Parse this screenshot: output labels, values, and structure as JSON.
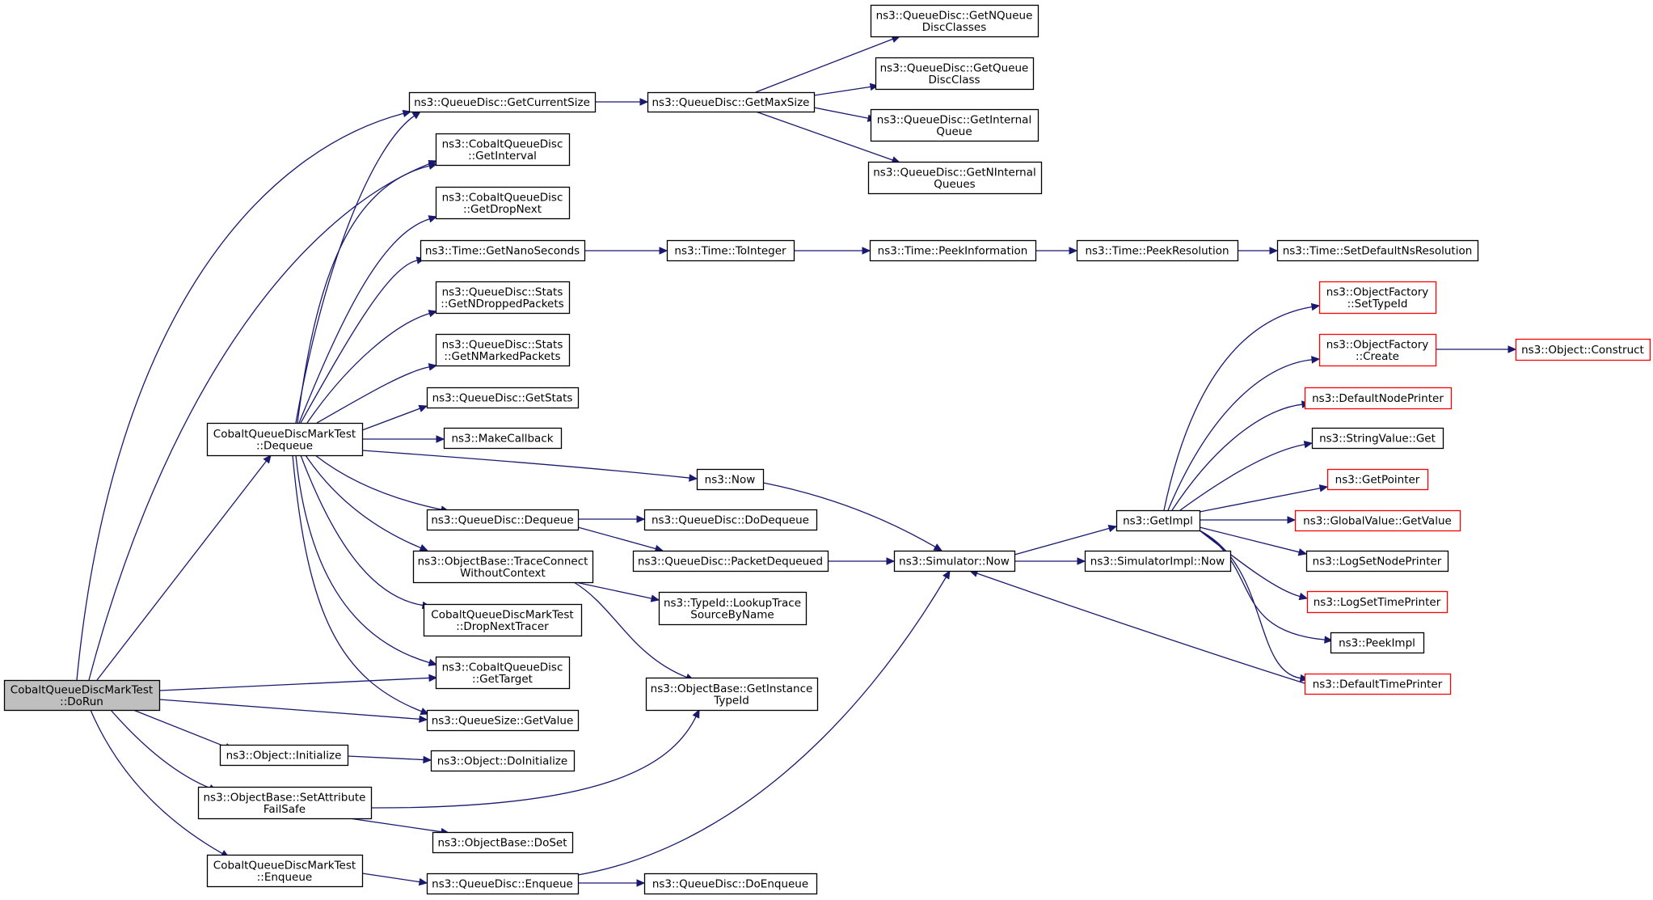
{
  "colors": {
    "edge": "#191970",
    "node_border": "#000000",
    "node_border_truncated": "#ff0000",
    "root_fill": "#bfbfbf",
    "node_fill": "#ffffff"
  },
  "nodes": [
    {
      "id": "dorun",
      "lines": [
        "CobaltQueueDiscMarkTest",
        "::DoRun"
      ],
      "style": "root"
    },
    {
      "id": "getcurrentsize",
      "lines": [
        "ns3::QueueDisc::GetCurrentSize"
      ]
    },
    {
      "id": "getmaxsize",
      "lines": [
        "ns3::QueueDisc::GetMaxSize"
      ]
    },
    {
      "id": "getnqueuediscclasses",
      "lines": [
        "ns3::QueueDisc::GetNQueue",
        "DiscClasses"
      ]
    },
    {
      "id": "getqueuediscclass",
      "lines": [
        "ns3::QueueDisc::GetQueue",
        "DiscClass"
      ]
    },
    {
      "id": "getinternalqueue",
      "lines": [
        "ns3::QueueDisc::GetInternal",
        "Queue"
      ]
    },
    {
      "id": "getninternalqueues",
      "lines": [
        "ns3::QueueDisc::GetNInternal",
        "Queues"
      ]
    },
    {
      "id": "getinterval",
      "lines": [
        "ns3::CobaltQueueDisc",
        "::GetInterval"
      ]
    },
    {
      "id": "getdropnext",
      "lines": [
        "ns3::CobaltQueueDisc",
        "::GetDropNext"
      ]
    },
    {
      "id": "getnanoseconds",
      "lines": [
        "ns3::Time::GetNanoSeconds"
      ]
    },
    {
      "id": "tointeger",
      "lines": [
        "ns3::Time::ToInteger"
      ]
    },
    {
      "id": "peekinformation",
      "lines": [
        "ns3::Time::PeekInformation"
      ]
    },
    {
      "id": "peekresolution",
      "lines": [
        "ns3::Time::PeekResolution"
      ]
    },
    {
      "id": "setdefaultnsresolution",
      "lines": [
        "ns3::Time::SetDefaultNsResolution"
      ]
    },
    {
      "id": "getndroppedpackets",
      "lines": [
        "ns3::QueueDisc::Stats",
        "::GetNDroppedPackets"
      ]
    },
    {
      "id": "getnmarkedpackets",
      "lines": [
        "ns3::QueueDisc::Stats",
        "::GetNMarkedPackets"
      ]
    },
    {
      "id": "getstats",
      "lines": [
        "ns3::QueueDisc::GetStats"
      ]
    },
    {
      "id": "makecallback",
      "lines": [
        "ns3::MakeCallback"
      ]
    },
    {
      "id": "dequeuetest",
      "lines": [
        "CobaltQueueDiscMarkTest",
        "::Dequeue"
      ]
    },
    {
      "id": "now",
      "lines": [
        "ns3::Now"
      ]
    },
    {
      "id": "qddequeue",
      "lines": [
        "ns3::QueueDisc::Dequeue"
      ]
    },
    {
      "id": "dodequeue",
      "lines": [
        "ns3::QueueDisc::DoDequeue"
      ]
    },
    {
      "id": "packetdequeued",
      "lines": [
        "ns3::QueueDisc::PacketDequeued"
      ]
    },
    {
      "id": "simnow",
      "lines": [
        "ns3::Simulator::Now"
      ]
    },
    {
      "id": "simimplnow",
      "lines": [
        "ns3::SimulatorImpl::Now"
      ]
    },
    {
      "id": "getimpl",
      "lines": [
        "ns3::GetImpl"
      ]
    },
    {
      "id": "settypeid",
      "lines": [
        "ns3::ObjectFactory",
        "::SetTypeId"
      ],
      "style": "truncated"
    },
    {
      "id": "create",
      "lines": [
        "ns3::ObjectFactory",
        "::Create"
      ],
      "style": "truncated"
    },
    {
      "id": "construct",
      "lines": [
        "ns3::Object::Construct"
      ],
      "style": "truncated"
    },
    {
      "id": "defaultnodeprinter",
      "lines": [
        "ns3::DefaultNodePrinter"
      ],
      "style": "truncated"
    },
    {
      "id": "stringvalueget",
      "lines": [
        "ns3::StringValue::Get"
      ]
    },
    {
      "id": "getpointer",
      "lines": [
        "ns3::GetPointer"
      ],
      "style": "truncated"
    },
    {
      "id": "globalvalueget",
      "lines": [
        "ns3::GlobalValue::GetValue"
      ],
      "style": "truncated"
    },
    {
      "id": "logsetnodeprinter",
      "lines": [
        "ns3::LogSetNodePrinter"
      ]
    },
    {
      "id": "logsettimeprinter",
      "lines": [
        "ns3::LogSetTimePrinter"
      ],
      "style": "truncated"
    },
    {
      "id": "peekimpl",
      "lines": [
        "ns3::PeekImpl"
      ]
    },
    {
      "id": "defaulttimeprinter",
      "lines": [
        "ns3::DefaultTimePrinter"
      ],
      "style": "truncated"
    },
    {
      "id": "traceconnect",
      "lines": [
        "ns3::ObjectBase::TraceConnect",
        "WithoutContext"
      ]
    },
    {
      "id": "lookuptrace",
      "lines": [
        "ns3::TypeId::LookupTrace",
        "SourceByName"
      ]
    },
    {
      "id": "dropnexttracer",
      "lines": [
        "CobaltQueueDiscMarkTest",
        "::DropNextTracer"
      ]
    },
    {
      "id": "gettarget",
      "lines": [
        "ns3::CobaltQueueDisc",
        "::GetTarget"
      ]
    },
    {
      "id": "getinstancetypeid",
      "lines": [
        "ns3::ObjectBase::GetInstance",
        "TypeId"
      ]
    },
    {
      "id": "queuesizegetvalue",
      "lines": [
        "ns3::QueueSize::GetValue"
      ]
    },
    {
      "id": "objinitialize",
      "lines": [
        "ns3::Object::Initialize"
      ]
    },
    {
      "id": "doinitialize",
      "lines": [
        "ns3::Object::DoInitialize"
      ]
    },
    {
      "id": "setattributefailsafe",
      "lines": [
        "ns3::ObjectBase::SetAttribute",
        "FailSafe"
      ]
    },
    {
      "id": "doset",
      "lines": [
        "ns3::ObjectBase::DoSet"
      ]
    },
    {
      "id": "enqueuetest",
      "lines": [
        "CobaltQueueDiscMarkTest",
        "::Enqueue"
      ]
    },
    {
      "id": "qdenqueue",
      "lines": [
        "ns3::QueueDisc::Enqueue"
      ]
    },
    {
      "id": "doenqueue",
      "lines": [
        "ns3::QueueDisc::DoEnqueue"
      ]
    }
  ],
  "edges": [
    {
      "from": "dorun",
      "to": "getcurrentsize"
    },
    {
      "from": "dorun",
      "to": "getinterval"
    },
    {
      "from": "dorun",
      "to": "dequeuetest"
    },
    {
      "from": "dorun",
      "to": "gettarget"
    },
    {
      "from": "dorun",
      "to": "queuesizegetvalue"
    },
    {
      "from": "dorun",
      "to": "objinitialize"
    },
    {
      "from": "dorun",
      "to": "setattributefailsafe"
    },
    {
      "from": "dorun",
      "to": "enqueuetest"
    },
    {
      "from": "getcurrentsize",
      "to": "getmaxsize"
    },
    {
      "from": "getmaxsize",
      "to": "getnqueuediscclasses"
    },
    {
      "from": "getmaxsize",
      "to": "getqueuediscclass"
    },
    {
      "from": "getmaxsize",
      "to": "getinternalqueue"
    },
    {
      "from": "getmaxsize",
      "to": "getninternalqueues"
    },
    {
      "from": "dequeuetest",
      "to": "getcurrentsize"
    },
    {
      "from": "dequeuetest",
      "to": "getinterval"
    },
    {
      "from": "dequeuetest",
      "to": "getdropnext"
    },
    {
      "from": "dequeuetest",
      "to": "getnanoseconds"
    },
    {
      "from": "dequeuetest",
      "to": "getndroppedpackets"
    },
    {
      "from": "dequeuetest",
      "to": "getnmarkedpackets"
    },
    {
      "from": "dequeuetest",
      "to": "getstats"
    },
    {
      "from": "dequeuetest",
      "to": "makecallback"
    },
    {
      "from": "dequeuetest",
      "to": "now"
    },
    {
      "from": "dequeuetest",
      "to": "qddequeue"
    },
    {
      "from": "dequeuetest",
      "to": "traceconnect"
    },
    {
      "from": "dequeuetest",
      "to": "dropnexttracer"
    },
    {
      "from": "dequeuetest",
      "to": "gettarget"
    },
    {
      "from": "dequeuetest",
      "to": "queuesizegetvalue"
    },
    {
      "from": "getnanoseconds",
      "to": "tointeger"
    },
    {
      "from": "tointeger",
      "to": "peekinformation"
    },
    {
      "from": "peekinformation",
      "to": "peekresolution"
    },
    {
      "from": "peekresolution",
      "to": "setdefaultnsresolution"
    },
    {
      "from": "now",
      "to": "simnow"
    },
    {
      "from": "qddequeue",
      "to": "dodequeue"
    },
    {
      "from": "qddequeue",
      "to": "packetdequeued"
    },
    {
      "from": "packetdequeued",
      "to": "simnow"
    },
    {
      "from": "simnow",
      "to": "getimpl"
    },
    {
      "from": "simnow",
      "to": "simimplnow"
    },
    {
      "from": "getimpl",
      "to": "settypeid"
    },
    {
      "from": "getimpl",
      "to": "create"
    },
    {
      "from": "getimpl",
      "to": "defaultnodeprinter"
    },
    {
      "from": "getimpl",
      "to": "stringvalueget"
    },
    {
      "from": "getimpl",
      "to": "getpointer"
    },
    {
      "from": "getimpl",
      "to": "globalvalueget"
    },
    {
      "from": "getimpl",
      "to": "logsetnodeprinter"
    },
    {
      "from": "getimpl",
      "to": "logsettimeprinter"
    },
    {
      "from": "getimpl",
      "to": "peekimpl"
    },
    {
      "from": "getimpl",
      "to": "defaulttimeprinter"
    },
    {
      "from": "create",
      "to": "construct"
    },
    {
      "from": "defaulttimeprinter",
      "to": "simnow"
    },
    {
      "from": "traceconnect",
      "to": "lookuptrace"
    },
    {
      "from": "traceconnect",
      "to": "getinstancetypeid"
    },
    {
      "from": "objinitialize",
      "to": "doinitialize"
    },
    {
      "from": "setattributefailsafe",
      "to": "getinstancetypeid"
    },
    {
      "from": "setattributefailsafe",
      "to": "doset"
    },
    {
      "from": "enqueuetest",
      "to": "qdenqueue"
    },
    {
      "from": "qdenqueue",
      "to": "doenqueue"
    },
    {
      "from": "qdenqueue",
      "to": "simnow"
    }
  ]
}
